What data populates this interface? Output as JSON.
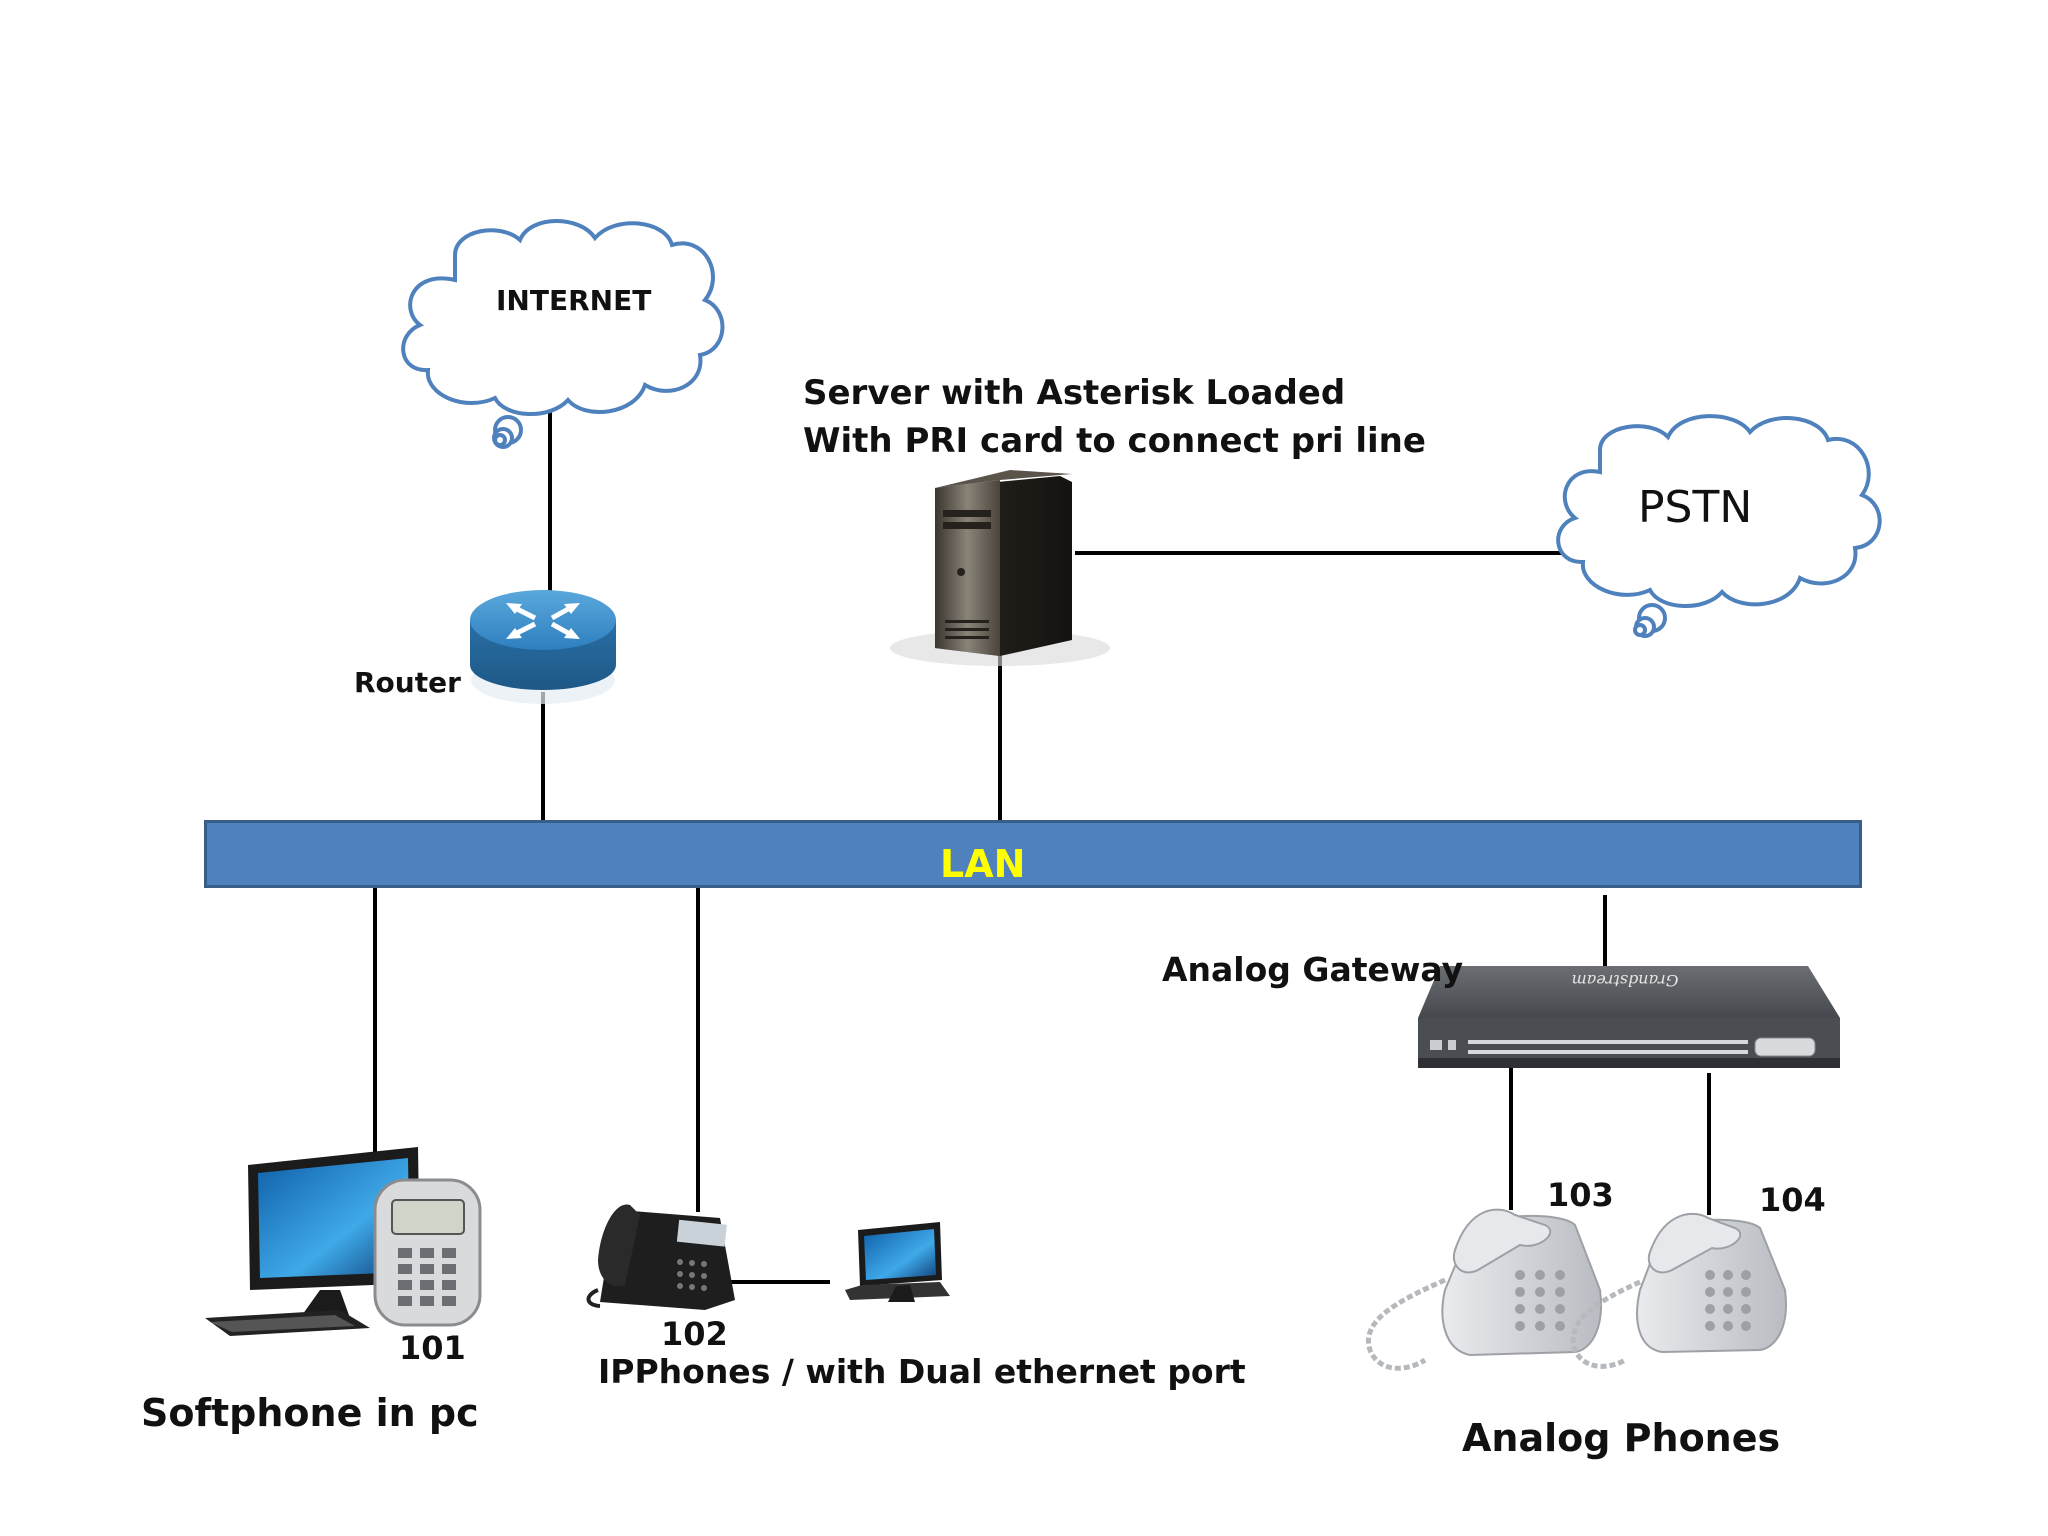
{
  "clouds": {
    "internet": "INTERNET",
    "pstn": "PSTN"
  },
  "labels": {
    "server_line1": "Server with Asterisk Loaded",
    "server_line2": "With PRI card to connect pri line",
    "router": "Router",
    "lan": "LAN",
    "analog_gateway": "Analog Gateway",
    "gateway_brand": "Grandstream",
    "ext_101": "101",
    "ext_102": "102",
    "ext_103": "103",
    "ext_104": "104",
    "softphone": "Softphone in pc",
    "ipphones": "IPPhones / with Dual ethernet port",
    "analog_phones": "Analog Phones"
  },
  "colors": {
    "lan_fill": "#4f81bd",
    "lan_label": "#ffff00",
    "cloud_stroke": "#4f81bd",
    "router": "#2e7fbf",
    "line": "#000000"
  }
}
